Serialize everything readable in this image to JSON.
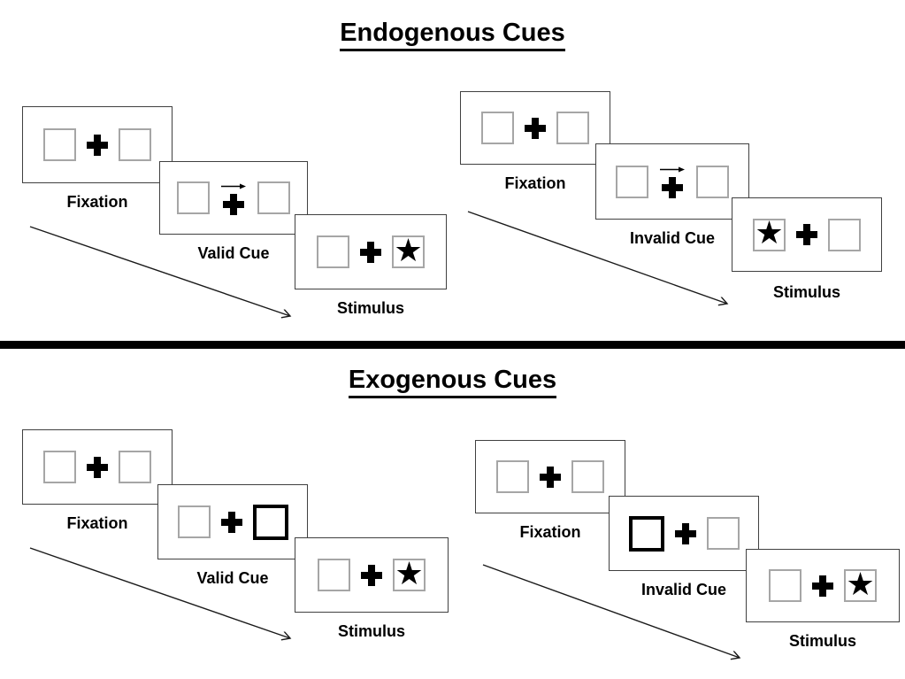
{
  "figure": {
    "background": "#ffffff"
  },
  "colors": {
    "ink": "#000000",
    "panel_border": "#404040",
    "square_border": "#a6a6a6",
    "divider": "#000000"
  },
  "icons": {
    "star": "★",
    "cue_arrow": "right-arrow",
    "fixation_cross": "plus"
  },
  "sections": [
    {
      "title": "Endogenous Cues",
      "groups": [
        {
          "name": "valid",
          "panels": [
            {
              "label": "Fixation"
            },
            {
              "label": "Valid Cue"
            },
            {
              "label": "Stimulus"
            }
          ]
        },
        {
          "name": "invalid",
          "panels": [
            {
              "label": "Fixation"
            },
            {
              "label": "Invalid Cue"
            },
            {
              "label": "Stimulus"
            }
          ]
        }
      ]
    },
    {
      "title": "Exogenous Cues",
      "groups": [
        {
          "name": "valid",
          "panels": [
            {
              "label": "Fixation"
            },
            {
              "label": "Valid Cue"
            },
            {
              "label": "Stimulus"
            }
          ]
        },
        {
          "name": "invalid",
          "panels": [
            {
              "label": "Fixation"
            },
            {
              "label": "Invalid Cue"
            },
            {
              "label": "Stimulus"
            }
          ]
        }
      ]
    }
  ]
}
